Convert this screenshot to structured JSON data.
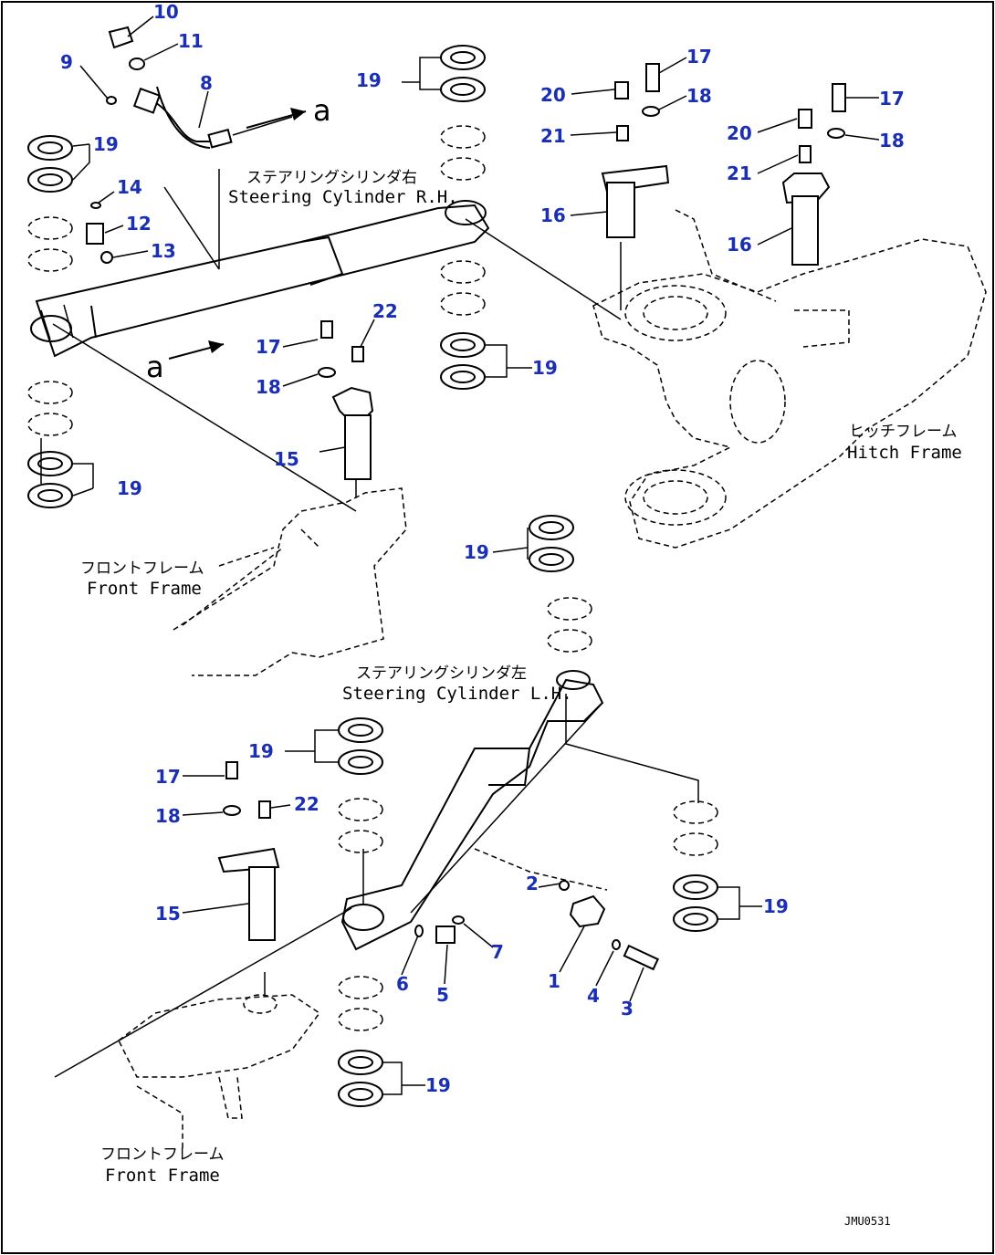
{
  "labels": {
    "steering_rh_jp": "ステアリングシリンダ右",
    "steering_rh_en": "Steering Cylinder R.H.",
    "steering_lh_jp": "ステアリングシリンダ左",
    "steering_lh_en": "Steering Cylinder L.H.",
    "front_frame_jp": "フロントフレーム",
    "front_frame_en": "Front Frame",
    "hitch_frame_jp": "ヒッチフレーム",
    "hitch_frame_en": "Hitch Frame",
    "view_a": "a",
    "drawing_code": "JMU0531"
  },
  "callouts": [
    {
      "id": "c10",
      "text": "10"
    },
    {
      "id": "c11",
      "text": "11"
    },
    {
      "id": "c9",
      "text": "9"
    },
    {
      "id": "c8",
      "text": "8"
    },
    {
      "id": "c19a",
      "text": "19"
    },
    {
      "id": "c14",
      "text": "14"
    },
    {
      "id": "c12",
      "text": "12"
    },
    {
      "id": "c13",
      "text": "13"
    },
    {
      "id": "c19b",
      "text": "19"
    },
    {
      "id": "c19c",
      "text": "19"
    },
    {
      "id": "c17a",
      "text": "17"
    },
    {
      "id": "c22a",
      "text": "22"
    },
    {
      "id": "c18a",
      "text": "18"
    },
    {
      "id": "c15a",
      "text": "15"
    },
    {
      "id": "c19d",
      "text": "19"
    },
    {
      "id": "c20a",
      "text": "20"
    },
    {
      "id": "c17b",
      "text": "17"
    },
    {
      "id": "c18b",
      "text": "18"
    },
    {
      "id": "c21a",
      "text": "21"
    },
    {
      "id": "c16a",
      "text": "16"
    },
    {
      "id": "c17c",
      "text": "17"
    },
    {
      "id": "c20b",
      "text": "20"
    },
    {
      "id": "c18c",
      "text": "18"
    },
    {
      "id": "c21b",
      "text": "21"
    },
    {
      "id": "c16b",
      "text": "16"
    },
    {
      "id": "c19e",
      "text": "19"
    },
    {
      "id": "c19f",
      "text": "19"
    },
    {
      "id": "c17d",
      "text": "17"
    },
    {
      "id": "c22b",
      "text": "22"
    },
    {
      "id": "c18d",
      "text": "18"
    },
    {
      "id": "c15b",
      "text": "15"
    },
    {
      "id": "c2",
      "text": "2"
    },
    {
      "id": "c7",
      "text": "7"
    },
    {
      "id": "c1",
      "text": "1"
    },
    {
      "id": "c6",
      "text": "6"
    },
    {
      "id": "c5",
      "text": "5"
    },
    {
      "id": "c4",
      "text": "4"
    },
    {
      "id": "c3",
      "text": "3"
    },
    {
      "id": "c19g",
      "text": "19"
    },
    {
      "id": "c19h",
      "text": "19"
    }
  ]
}
